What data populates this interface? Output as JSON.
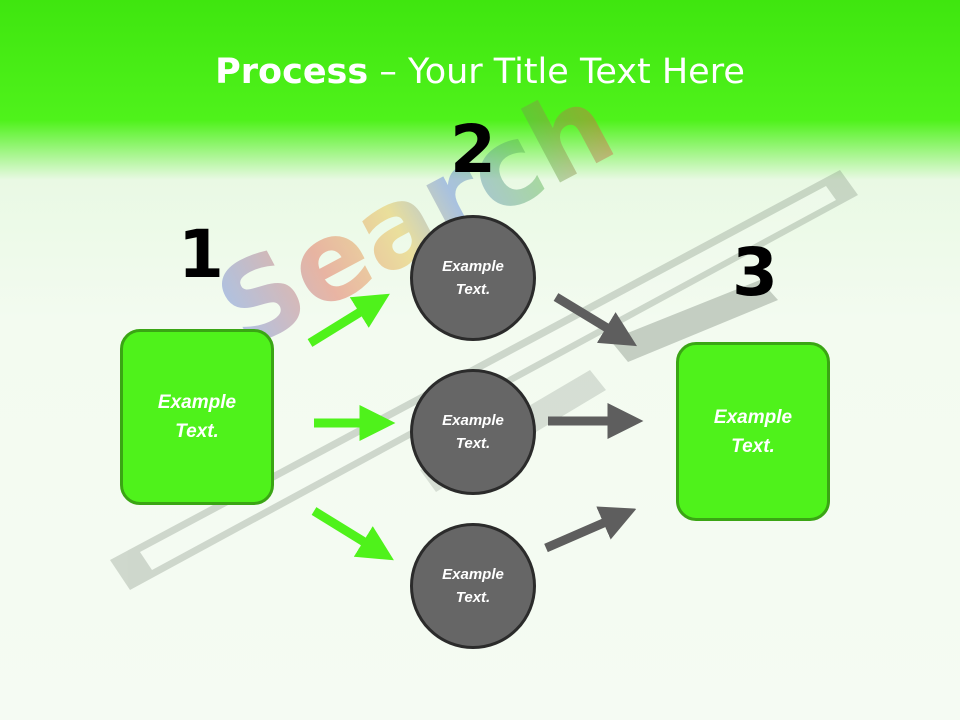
{
  "slide": {
    "title_bold": "Process",
    "title_rest": " – Your Title Text Here"
  },
  "background": {
    "watermark_text": "Search"
  },
  "steps": {
    "step1": {
      "number": "1",
      "label": "Example\nText."
    },
    "step2": {
      "number": "2"
    },
    "step3": {
      "number": "3",
      "label": "Example\nText."
    }
  },
  "circles": [
    {
      "label": "Example\nText."
    },
    {
      "label": "Example\nText."
    },
    {
      "label": "Example\nText."
    }
  ],
  "colors": {
    "green": "#4ff21b",
    "green_border": "#3aa514",
    "gray": "#666666",
    "arrow_gray": "#5e5e5e",
    "arrow_green": "#4ff21b"
  }
}
